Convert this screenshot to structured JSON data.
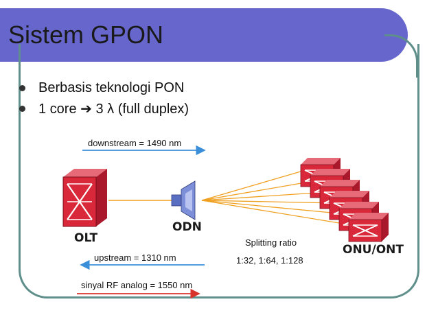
{
  "title": "Sistem GPON",
  "bullets": [
    "Berbasis teknologi PON",
    "1 core ➔ 3 λ (full duplex)"
  ],
  "diagram": {
    "downstream": "downstream = 1490 nm",
    "upstream": "upstream = 1310 nm",
    "rf_signal": "sinyal RF analog = 1550 nm",
    "olt_label": "OLT",
    "odn_label": "ODN",
    "onu_label": "ONU/ONT",
    "splitting_label": "Splitting ratio",
    "splitting_values": "1:32, 1:64, 1:128"
  },
  "colors": {
    "title_bar": "#6666cc",
    "frame": "#5f8f8a",
    "downstream_arrow": "#3b8fd9",
    "upstream_arrow": "#3b8fd9",
    "rf_arrow": "#d9342b",
    "fiber": "#f0a020",
    "device": "#d9283a"
  }
}
